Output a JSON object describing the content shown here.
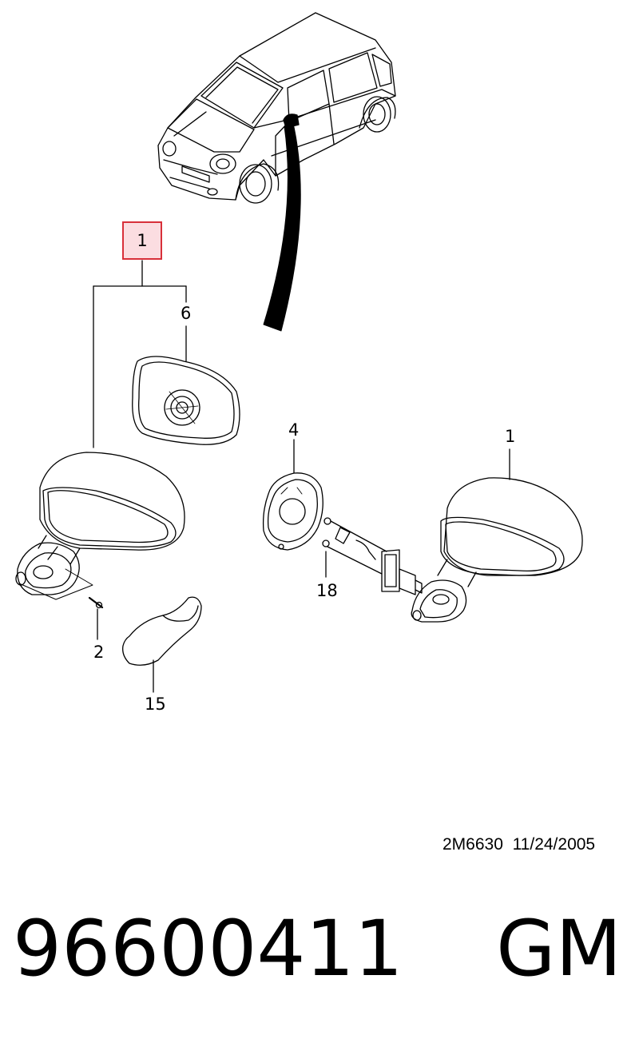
{
  "callouts": {
    "main_assembly": "1",
    "mirror_glass": "6",
    "backing_plate": "4",
    "assembly_right": "1",
    "nut": "18",
    "screw": "2",
    "cover": "15"
  },
  "drawing": {
    "code": "2M6630",
    "date": "11/24/2005"
  },
  "footer": {
    "part_number": "96600411",
    "brand": "GM"
  },
  "colors": {
    "highlight_border": "#d8303a",
    "highlight_fill": "#fbdde1",
    "line": "#000000"
  }
}
